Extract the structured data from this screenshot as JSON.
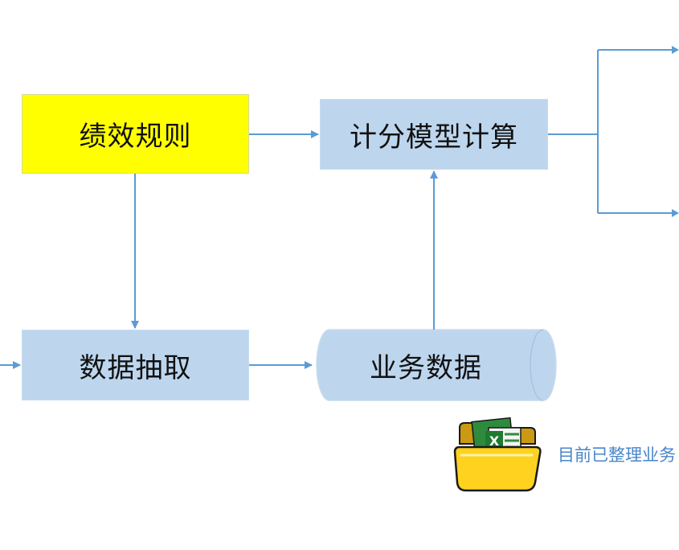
{
  "diagram": {
    "nodes": {
      "rules": "绩效规则",
      "calc": "计分模型计算",
      "extract": "数据抽取",
      "business_data": "业务数据"
    },
    "caption": "目前已整理业务",
    "icon": "excel-folder-icon",
    "colors": {
      "highlight": "#ffff00",
      "node_fill": "#bdd6ee",
      "connector": "#5b9bd5",
      "caption": "#4a86c8"
    }
  }
}
